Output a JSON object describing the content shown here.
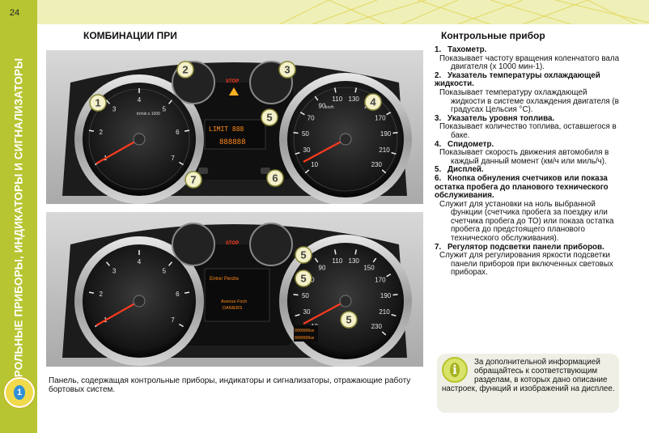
{
  "page": {
    "number": "24",
    "vertical_title": "КОНТРОЛЬНЫЕ ПРИБОРЫ, ИНДИКАТОРЫ И СИГНАЛИЗАТОРЫ",
    "chapter_number": "1",
    "heading_left": "КОМБИНАЦИИ ПРИ",
    "heading_right": "Контрольные прибор"
  },
  "clusters": {
    "top": {
      "callouts": [
        "1",
        "2",
        "3",
        "4",
        "5",
        "6",
        "7"
      ],
      "tacho_label": "tr/min x 1000",
      "tacho_ticks": [
        "1",
        "2",
        "3",
        "4",
        "5",
        "6",
        "7"
      ],
      "speedo_label": "km/h",
      "speedo_ticks": [
        "10",
        "30",
        "50",
        "70",
        "90",
        "110",
        "130",
        "150",
        "170",
        "190",
        "210",
        "230"
      ],
      "warning_label": "STOP",
      "display_line1": "LIMIT 888",
      "display_line2": "888888"
    },
    "bottom": {
      "callouts": [
        "5",
        "5",
        "5"
      ],
      "display_line1": "Entrer Perdre",
      "display_line2": "Avenue Foch",
      "display_line3": "DANIERS",
      "odo_line1": "000000km",
      "odo_line2": "000000km"
    }
  },
  "caption": "Панель, содержащая контрольные приборы, индикаторы и сигнализаторы, отражающие работу бортовых систем.",
  "items": [
    {
      "num": "1.",
      "title": "Тахометр.",
      "text": "Показывает частоту вращения коленчатого вала двигателя (x 1000 мин-1)."
    },
    {
      "num": "2.",
      "title": "Указатель температуры охлаждающей жидкости.",
      "text": "Показывает температуру охлаждающей жидкости в системе охлаждения двигателя (в градусах Цельсия °С)."
    },
    {
      "num": "3.",
      "title": "Указатель уровня топлива.",
      "text": "Показывает количество топлива, оставшегося в баке."
    },
    {
      "num": "4.",
      "title": "Спидометр.",
      "text": "Показывает скорость движения автомобиля в каждый данный момент (км/ч или миль/ч)."
    },
    {
      "num": "5.",
      "title": "Дисплей.",
      "text": ""
    },
    {
      "num": "6.",
      "title": "Кнопка обнуления счетчиков или показа остатка пробега до планового технического обслуживания.",
      "text": "Служит для установки на ноль выбранной функции (счетчика пробега за поездку или счетчика пробега до ТО) или показа остатка пробега до предстоящего планового технического обслуживания)."
    },
    {
      "num": "7.",
      "title": "Регулятор подсветки панели приборов.",
      "text": "Служит для регулирования яркости подсветки панели приборов при включенных световых приборах."
    }
  ],
  "note": {
    "icon": "info-icon",
    "text": "За дополнительной информацией обращайтесь к соответствующим разделам, в которых дано описание настроек, функций и изображений на дисплее."
  },
  "colors": {
    "sidebar": "#b6c531",
    "topbar": "#eef0b8",
    "callout_fill": "#f4f0c8",
    "callout_border": "#8a8a3a",
    "display_orange": "#ff8a1c"
  }
}
